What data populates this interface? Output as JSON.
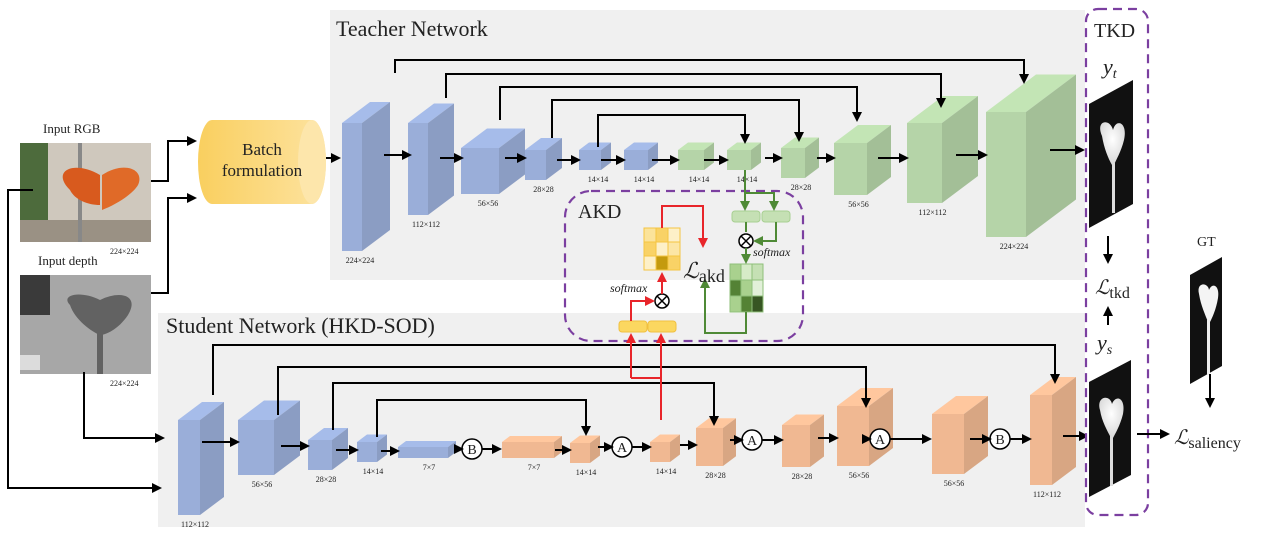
{
  "inputs": {
    "rgb_label": "Input RGB",
    "rgb_size": "224×224",
    "depth_label": "Input depth",
    "depth_size": "224×224"
  },
  "batch": {
    "label_line1": "Batch",
    "label_line2": "formulation"
  },
  "teacher": {
    "title": "Teacher Network",
    "encoder_sizes": [
      "224×224",
      "112×112",
      "56×56",
      "28×28",
      "14×14",
      "14×14"
    ],
    "decoder_sizes": [
      "14×14",
      "14×14",
      "28×28",
      "56×56",
      "112×112",
      "224×224"
    ]
  },
  "student": {
    "title": "Student Network (HKD-SOD)",
    "encoder_sizes": [
      "112×112",
      "56×56",
      "28×28",
      "14×14",
      "7×7"
    ],
    "decoder_sizes": [
      "7×7",
      "14×14",
      "14×14",
      "28×28",
      "28×28",
      "56×56",
      "56×56",
      "112×112"
    ],
    "modules": [
      "B",
      "A",
      "A",
      "A",
      "B"
    ]
  },
  "akd": {
    "title": "AKD",
    "softmax_label": "softmax",
    "loss_main": "ℒ",
    "loss_sub": "akd"
  },
  "tkd": {
    "title": "TKD",
    "yt_main": "y",
    "yt_sub": "t",
    "ys_main": "y",
    "ys_sub": "s",
    "loss_main": "ℒ",
    "loss_sub": "tkd"
  },
  "gt": {
    "label": "GT"
  },
  "saliency_loss": {
    "main": "ℒ",
    "sub": "saliency"
  },
  "colors": {
    "teacher_enc": "#9aaed9",
    "teacher_dec": "#b5d4a8",
    "student_enc": "#9aaed9",
    "student_dec": "#f0b892",
    "batch": "#fbd77a",
    "panel": "#f0f0f0",
    "akd_border": "#7b3fa0",
    "red_path": "#e8252a",
    "green_path": "#4f8a36"
  }
}
